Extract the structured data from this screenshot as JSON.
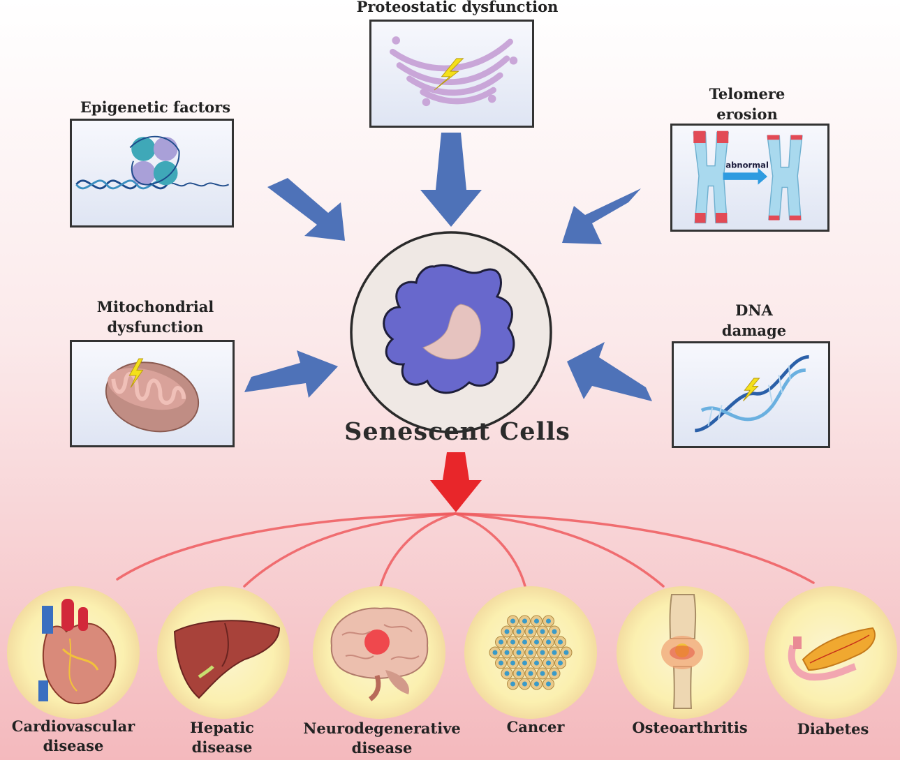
{
  "center": {
    "title": "Senescent Cells"
  },
  "causes": {
    "proteostatic": {
      "title": "Proteostatic dysfunction"
    },
    "epigenetic": {
      "title": "Epigenetic factors"
    },
    "telomere": {
      "line1": "Telomere",
      "line2": "erosion",
      "arrow_text": "abnormal"
    },
    "mitochondrial": {
      "line1": "Mitochondrial",
      "line2": "dysfunction"
    },
    "dna": {
      "line1": "DNA",
      "line2": "damage"
    }
  },
  "diseases": [
    {
      "line1": "Cardiovascular",
      "line2": "disease",
      "icon": "heart-icon"
    },
    {
      "line1": "Hepatic",
      "line2": "disease",
      "icon": "liver-icon"
    },
    {
      "line1": "Neurodegenerative",
      "line2": "disease",
      "icon": "brain-icon"
    },
    {
      "line1": "Cancer",
      "line2": "",
      "icon": "tumor-cells-icon"
    },
    {
      "line1": "Osteoarthritis",
      "line2": "",
      "icon": "knee-joint-icon"
    },
    {
      "line1": "Diabetes",
      "line2": "",
      "icon": "pancreas-icon"
    }
  ],
  "colors": {
    "arrow_blue": "#4e72b8",
    "arrow_red": "#e8262a",
    "cell_body": "#6868cc",
    "nucleus": "#e6c3bf",
    "disease_circle": "#fbf2b8"
  }
}
